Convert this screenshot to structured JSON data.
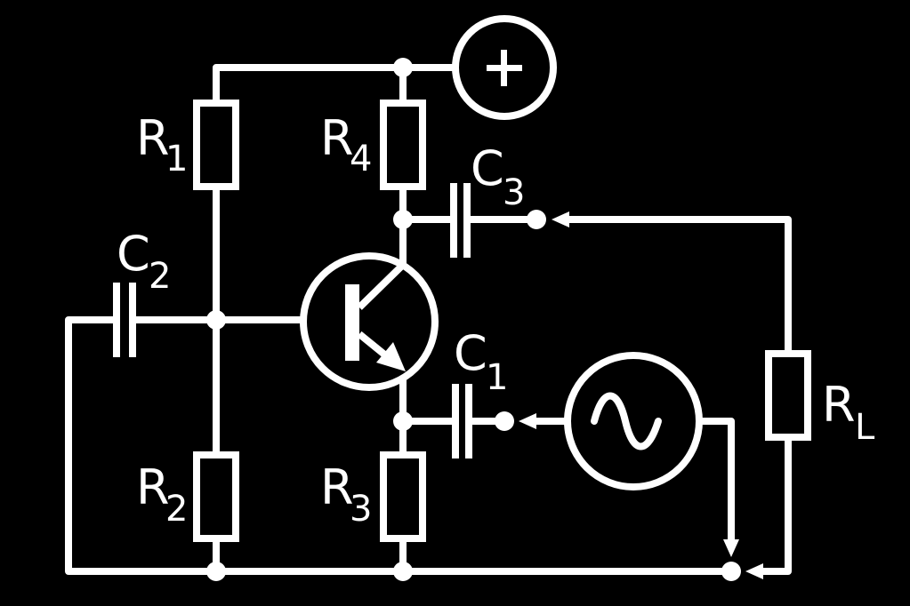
{
  "colors": {
    "background": "#000000",
    "stroke": "#ffffff"
  },
  "components": {
    "R1": {
      "letter": "R",
      "sub": "1"
    },
    "R2": {
      "letter": "R",
      "sub": "2"
    },
    "R3": {
      "letter": "R",
      "sub": "3"
    },
    "R4": {
      "letter": "R",
      "sub": "4"
    },
    "RL": {
      "letter": "R",
      "sub": "L"
    },
    "C1": {
      "letter": "C",
      "sub": "1"
    },
    "C2": {
      "letter": "C",
      "sub": "2"
    },
    "C3": {
      "letter": "C",
      "sub": "3"
    }
  },
  "symbols": {
    "supply": "plus-icon",
    "source": "ac-sine-icon",
    "transistor": "npn-transistor-icon"
  }
}
